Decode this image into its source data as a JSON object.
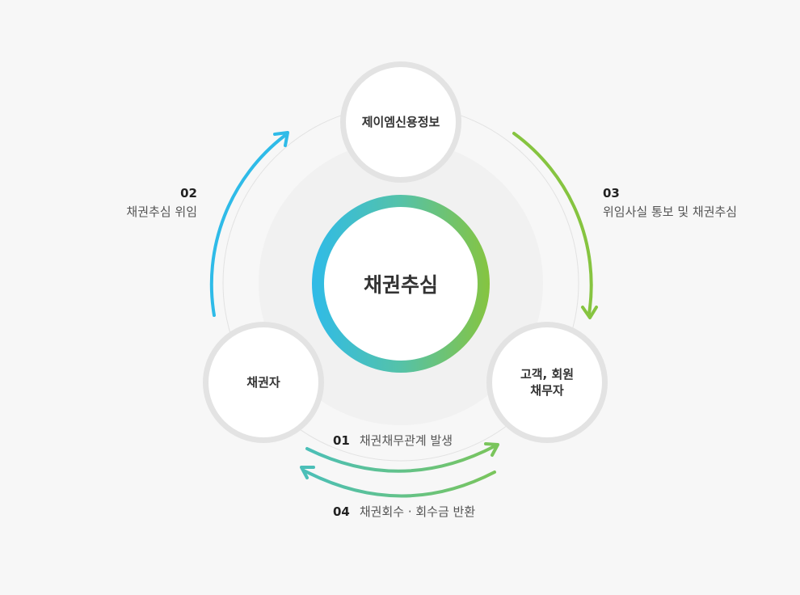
{
  "center": {
    "label": "채권추심"
  },
  "nodes": {
    "top": {
      "label": "제이엠신용정보"
    },
    "left": {
      "label": "채권자"
    },
    "right": {
      "line1": "고객, 회원",
      "line2": "채무자"
    }
  },
  "steps": [
    {
      "num": "01",
      "text": "채권채무관계 발생"
    },
    {
      "num": "02",
      "text": "채권추심 위임"
    },
    {
      "num": "03",
      "text": "위임사실 통보 및 채권추심"
    },
    {
      "num": "04",
      "text": "채권회수 · 회수금 반환"
    }
  ],
  "colors": {
    "blue": "#2fbbe8",
    "green": "#86c440",
    "teal": "#55c2a8",
    "node_border": "#e3e3e3",
    "inner_disk": "#f1f1f1"
  }
}
